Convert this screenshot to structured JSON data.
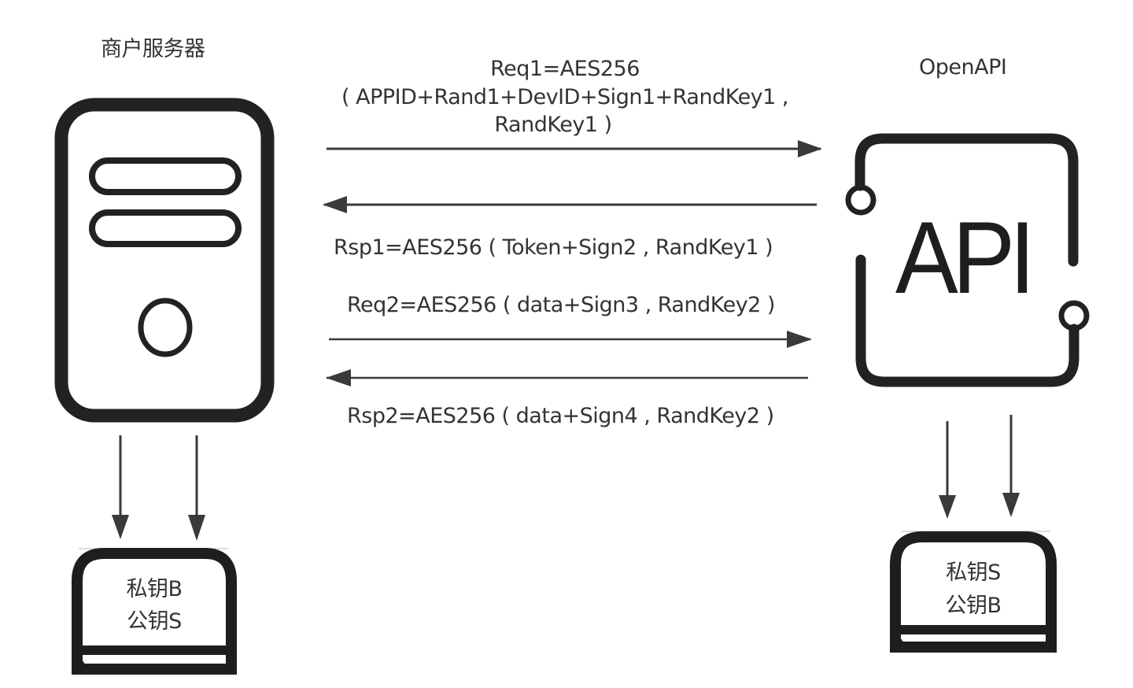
{
  "nodes": {
    "merchant_server": {
      "label": "商户服务器"
    },
    "openapi": {
      "label": "OpenAPI",
      "icon_text": "API"
    }
  },
  "messages": [
    {
      "id": "req1",
      "direction": "merchant-to-openapi",
      "lines": [
        "Req1=AES256",
        "( APPID+Rand1+DevID+Sign1+RandKey1 ,",
        "RandKey1 )"
      ]
    },
    {
      "id": "rsp1",
      "direction": "openapi-to-merchant",
      "text": "Rsp1=AES256 ( Token+Sign2 , RandKey1 )"
    },
    {
      "id": "req2",
      "direction": "merchant-to-openapi",
      "text": "Req2=AES256 ( data+Sign3 , RandKey2 )"
    },
    {
      "id": "rsp2",
      "direction": "openapi-to-merchant",
      "text": "Rsp2=AES256 ( data+Sign4 , RandKey2 )"
    }
  ],
  "keystores": {
    "merchant": {
      "line1": "私钥B",
      "line2": "公钥S"
    },
    "openapi": {
      "line1": "私钥S",
      "line2": "公钥B"
    }
  },
  "colors": {
    "stroke": "#222222",
    "arrow": "#3a3a3a",
    "text": "#333333",
    "background": "#ffffff"
  }
}
